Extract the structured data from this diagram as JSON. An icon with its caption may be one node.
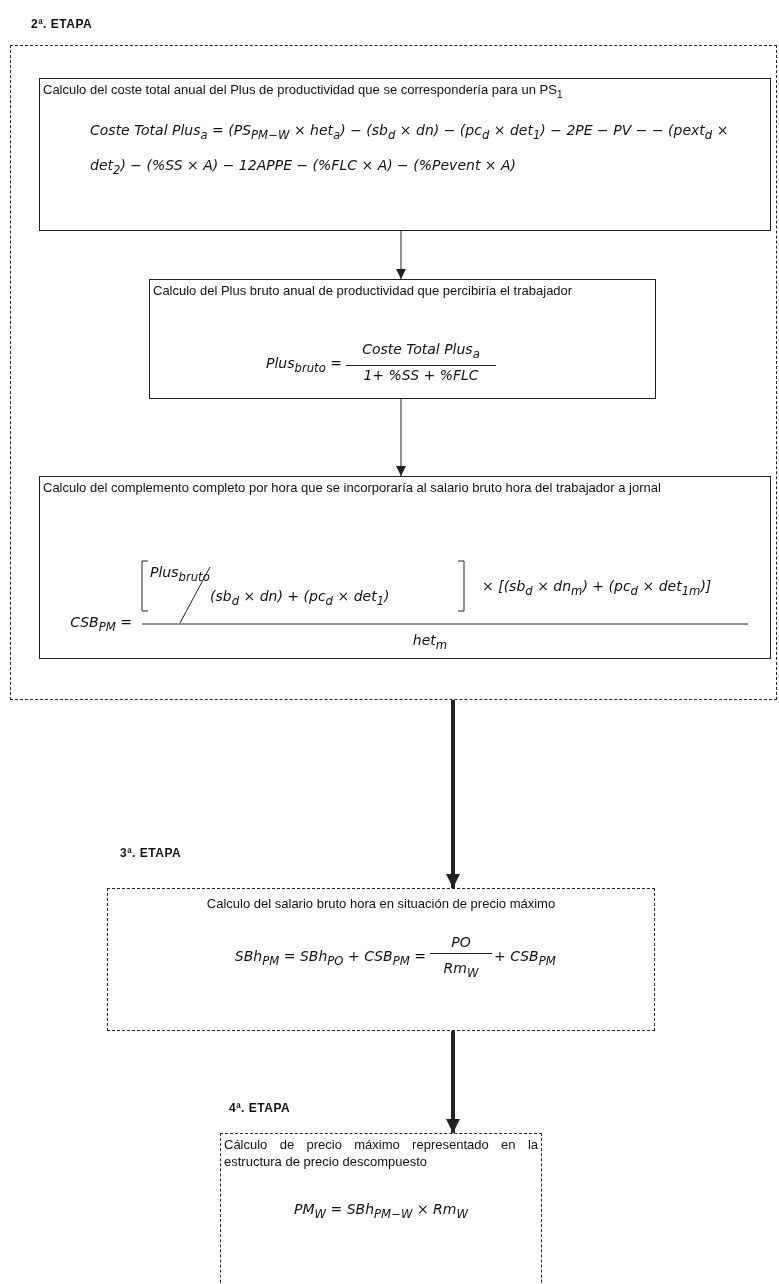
{
  "diagram": {
    "nodes": [
      {
        "text": [
          "2ª. ETAPA"
        ]
      },
      {
        "text": [
          "Calculo del coste total anual del Plus de productividad que se correspondería para un PS$_{1}$",
          "Coste Total Plus$_{a}$ = (PS$_{PM−W}$ × het$_{a}$) − (sb$_{d}$ × dn) − (pc$_{d}$ × det$_{1}$) − 2PE − PV − − (pext$_{d}$ × det$_{2}$) − (%SS × A) − 12APPE − (%FLC × A) − (%Pevent × A)"
        ],
        "in": 0
      },
      {
        "text": [
          "Calculo del Plus bruto anual de productividad que percibiría el trabajador",
          "Plus$_{bruto}$ =",
          "Coste Total Plus$_{a}$",
          "1+ %SS + %FLC"
        ],
        "in": 0
      },
      {
        "text": [
          "Calculo del complemento completo por hora que se incorporaría al salario bruto hora del trabajador a jornal",
          "CSB$_{PM}$ =",
          "Plus$_{bruto}$",
          "(sb$_{d}$ × dn) + (pc$_{d}$ × det$_{1}$)",
          "× [(sb$_{d}$ × dn$_{m}$) + (pc$_{d}$ × det$_{1m}$)]",
          "het$_{m}$"
        ],
        "in": 0
      },
      {
        "text": [
          "3ª. ETAPA",
          "Calculo del salario bruto hora en situación de precio máximo",
          "SBh$_{PM}$ = SBh$_{PO}$ + CSB$_{PM}$ =",
          "PO",
          "Rm$_{W}$",
          "+ CSB$_{PM}$"
        ]
      },
      {
        "text": [
          "4ª. ETAPA",
          "Cálculo de precio máximo representado en la estructura de precio descompuesto",
          "PM$_{W}$ = SBh$_{PM−W}$ × Rm$_{W}$"
        ]
      }
    ],
    "edges": [
      {
        "from": 1,
        "to": 2,
        "arrow": "to"
      },
      {
        "from": 2,
        "to": 3,
        "arrow": "to"
      },
      {
        "from": 0,
        "to": 4,
        "arrow": "to",
        "style": "thick"
      },
      {
        "from": 4,
        "to": 5,
        "arrow": "to",
        "style": "thick"
      }
    ]
  }
}
